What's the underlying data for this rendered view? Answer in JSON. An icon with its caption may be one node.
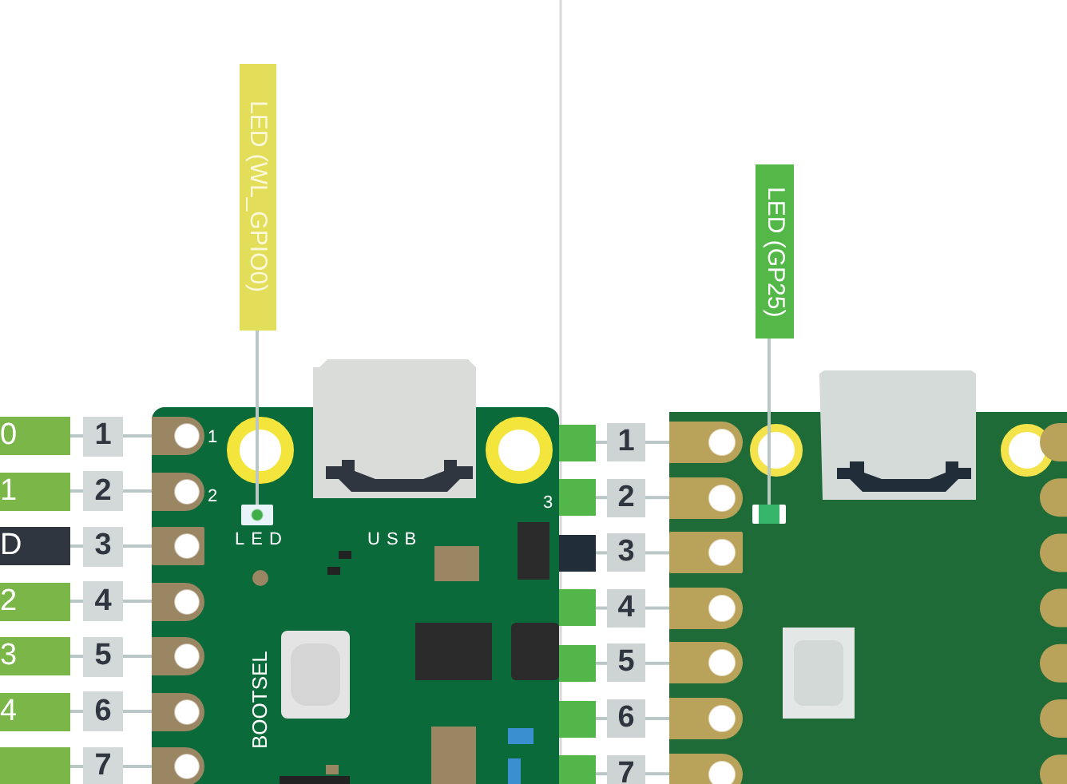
{
  "diagram": {
    "nodes": [
      {
        "text": [
          "LED (WL_GPIO0)"
        ]
      },
      {
        "text": [],
        "shape": "box"
      },
      {
        "text": [
          "LED (GP25)"
        ]
      },
      {
        "text": [],
        "shape": "box"
      },
      {
        "text": [
          "0"
        ]
      },
      {
        "text": [
          "1"
        ]
      },
      {
        "text": [],
        "shape": "circle"
      },
      {
        "text": [
          "1"
        ]
      },
      {
        "text": [
          "2"
        ]
      },
      {
        "text": [],
        "shape": "circle"
      },
      {
        "text": [
          "D"
        ]
      },
      {
        "text": [
          "3"
        ]
      },
      {
        "text": [],
        "shape": "box"
      },
      {
        "text": [
          "2"
        ]
      },
      {
        "text": [
          "4"
        ]
      },
      {
        "text": [],
        "shape": "circle"
      },
      {
        "text": [
          "3"
        ]
      },
      {
        "text": [
          "5"
        ]
      },
      {
        "text": [],
        "shape": "circle"
      },
      {
        "text": [
          "4"
        ]
      },
      {
        "text": [
          "6"
        ]
      },
      {
        "text": [],
        "shape": "circle"
      },
      {
        "text": [],
        "shape": "bar"
      },
      {
        "text": [
          "7"
        ]
      },
      {
        "text": [],
        "shape": "circle"
      },
      {
        "text": [],
        "shape": "bar"
      },
      {
        "text": [
          "1"
        ]
      },
      {
        "text": [],
        "shape": "circle"
      },
      {
        "text": [],
        "shape": "bar"
      },
      {
        "text": [
          "2"
        ]
      },
      {
        "text": [],
        "shape": "circle"
      },
      {
        "text": [],
        "shape": "bar"
      },
      {
        "text": [
          "3"
        ]
      },
      {
        "text": [],
        "shape": "box"
      },
      {
        "text": [],
        "shape": "bar"
      },
      {
        "text": [
          "4"
        ]
      },
      {
        "text": [],
        "shape": "circle"
      },
      {
        "text": [],
        "shape": "bar"
      },
      {
        "text": [
          "5"
        ]
      },
      {
        "text": [],
        "shape": "circle"
      },
      {
        "text": [],
        "shape": "bar"
      },
      {
        "text": [
          "6"
        ]
      },
      {
        "text": [],
        "shape": "circle"
      },
      {
        "text": [],
        "shape": "bar"
      },
      {
        "text": [
          "7"
        ]
      },
      {
        "text": [],
        "shape": "circle"
      }
    ],
    "edges": [
      {
        "from": 0,
        "to": 1,
        "arrow": "none"
      },
      {
        "from": 2,
        "to": 3,
        "arrow": "none"
      },
      {
        "from": 4,
        "to": 5,
        "arrow": "none"
      },
      {
        "from": 5,
        "to": 6,
        "arrow": "none"
      },
      {
        "from": 7,
        "to": 8,
        "arrow": "none"
      },
      {
        "from": 8,
        "to": 9,
        "arrow": "none"
      },
      {
        "from": 10,
        "to": 11,
        "arrow": "none"
      },
      {
        "from": 11,
        "to": 12,
        "arrow": "none"
      },
      {
        "from": 13,
        "to": 14,
        "arrow": "none"
      },
      {
        "from": 14,
        "to": 15,
        "arrow": "none"
      },
      {
        "from": 16,
        "to": 17,
        "arrow": "none"
      },
      {
        "from": 17,
        "to": 18,
        "arrow": "none"
      },
      {
        "from": 19,
        "to": 20,
        "arrow": "none"
      },
      {
        "from": 20,
        "to": 21,
        "arrow": "none"
      },
      {
        "from": 22,
        "to": 23,
        "arrow": "none"
      },
      {
        "from": 23,
        "to": 24,
        "arrow": "none"
      },
      {
        "from": 25,
        "to": 26,
        "arrow": "none"
      },
      {
        "from": 26,
        "to": 27,
        "arrow": "none"
      },
      {
        "from": 28,
        "to": 29,
        "arrow": "none"
      },
      {
        "from": 29,
        "to": 30,
        "arrow": "none"
      },
      {
        "from": 31,
        "to": 32,
        "arrow": "none"
      },
      {
        "from": 32,
        "to": 33,
        "arrow": "none"
      },
      {
        "from": 34,
        "to": 35,
        "arrow": "none"
      },
      {
        "from": 35,
        "to": 36,
        "arrow": "none"
      },
      {
        "from": 37,
        "to": 38,
        "arrow": "none"
      },
      {
        "from": 38,
        "to": 39,
        "arrow": "none"
      },
      {
        "from": 40,
        "to": 41,
        "arrow": "none"
      },
      {
        "from": 41,
        "to": 42,
        "arrow": "none"
      },
      {
        "from": 43,
        "to": 44,
        "arrow": "none"
      },
      {
        "from": 44,
        "to": 45,
        "arrow": "none"
      }
    ],
    "labels": [
      "1",
      "2",
      "3",
      "LED",
      "USB",
      "BOOTSEL"
    ]
  }
}
